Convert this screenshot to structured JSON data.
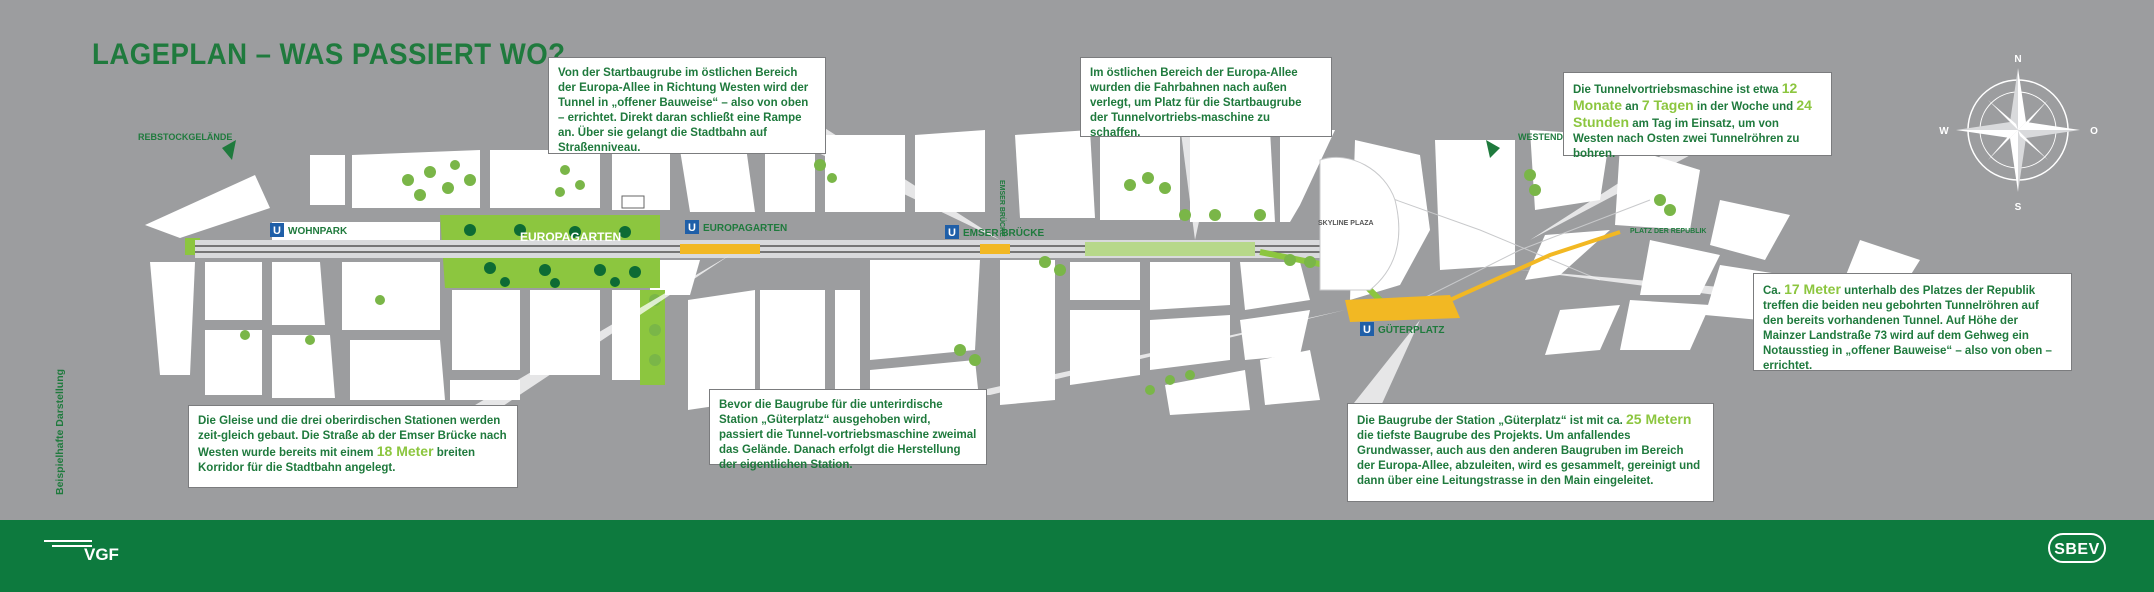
{
  "title": "LAGEPLAN – WAS PASSIERT WO?",
  "side_note": "Beispielhafte Darstellung",
  "map_labels": {
    "rebstock": "REBSTOCKGELÄNDE",
    "westend": "WESTEND",
    "europagarten_park": "EUROPAGARTEN",
    "skyline_plaza": "SKYLINE PLAZA",
    "platz_republik": "PLATZ DER REPUBLIK",
    "emser_bruecke_street": "EMSER BRÜCKE"
  },
  "stations": [
    {
      "name": "WOHNPARK"
    },
    {
      "name": "EUROPAGARTEN"
    },
    {
      "name": "EMSER BRÜCKE"
    },
    {
      "name": "GÜTERPLATZ"
    }
  ],
  "compass": {
    "n": "N",
    "s": "S",
    "w": "W",
    "o": "O"
  },
  "callouts": {
    "startbaugrube": "Von der Startbaugrube im östlichen Bereich der Europa-Allee in Richtung Westen wird der Tunnel in „offener Bauweise“ – also von oben – errichtet. Direkt daran schließt eine Rampe an. Über sie gelangt die Stadtbahn auf Straßenniveau.",
    "fahrbahnen": "Im östlichen Bereich der Europa-Allee wurden die Fahrbahnen nach außen verlegt, um Platz für die Startbaugrube der Tunnelvortriebs-maschine zu schaffen.",
    "tvm_a": "Die Tunnelvortriebsmaschine ist etwa ",
    "tvm_h1": "12 Monate",
    "tvm_b": " an ",
    "tvm_h2": "7 Tagen",
    "tvm_c": " in der Woche und ",
    "tvm_h3": "24 Stunden",
    "tvm_d": " am Tag im Einsatz, um von Westen nach Osten zwei Tunnelröhren zu bohren.",
    "platz_a": "Ca. ",
    "platz_h": "17 Meter",
    "platz_b": " unterhalb des Platzes der Republik treffen die beiden neu gebohrten Tunnelröhren auf den bereits vorhandenen Tunnel. Auf Höhe der Mainzer Landstraße 73 wird auf dem Gehweg ein Notausstieg in „offener Bauweise“ – also von oben – errichtet.",
    "gleise_a": "Die Gleise und die drei oberirdischen Stationen werden zeit-gleich gebaut. Die Straße ab der Emser Brücke nach Westen wurde bereits mit einem ",
    "gleise_h": "18 Meter",
    "gleise_b": " breiten Korridor für die Stadtbahn angelegt.",
    "gueterplatz_station": "Bevor die Baugrube für die unterirdische Station „Güterplatz“ ausgehoben wird, passiert die Tunnel-vortriebsmaschine zweimal das Gelände. Danach erfolgt die Herstellung der eigentlichen Station.",
    "baugrube_a": "Die Baugrube der Station „Güterplatz“ ist mit ca. ",
    "baugrube_h": "25 Metern",
    "baugrube_b": " die tiefste Baugrube des Projekts. Um anfallendes Grundwasser, auch aus den anderen Baugruben im Bereich der Europa-Allee, abzuleiten, wird es gesammelt, gereinigt und dann über eine Leitungstrasse in den Main eingeleitet."
  },
  "logos": {
    "left": "VGF",
    "right": "SBEV"
  },
  "colors": {
    "background": "#9c9d9f",
    "green": "#1f7a3d",
    "light_green": "#8cc63f",
    "footer": "#0d7a3e"
  }
}
